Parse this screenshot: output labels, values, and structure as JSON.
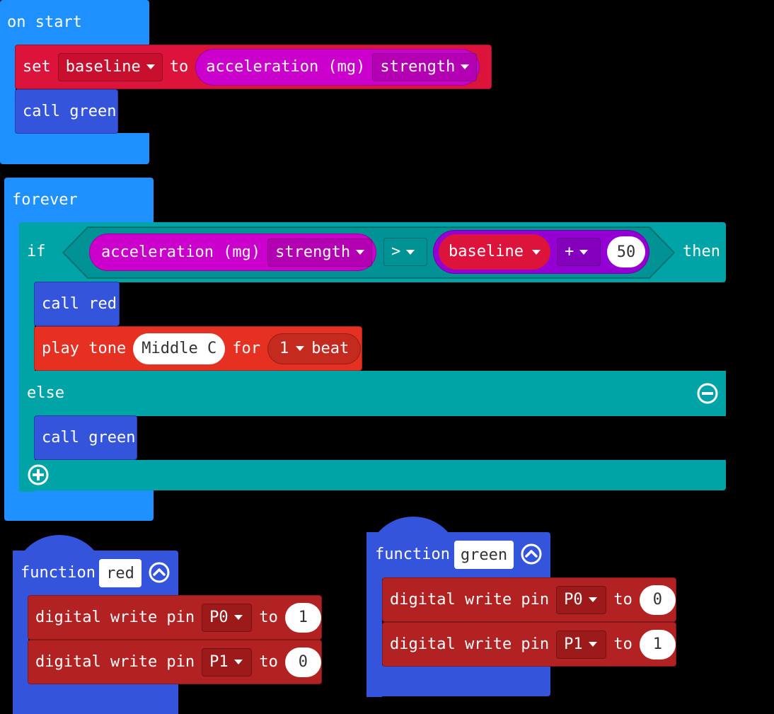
{
  "colors": {
    "event": "#1e90ff",
    "function": "#3455db",
    "variables": "#dc143c",
    "input": "#cc00cc",
    "logic": "#00a4a6",
    "music": "#e63022",
    "pins": "#b22222",
    "math": "#9400d3"
  },
  "on_start": {
    "label": "on start",
    "set_block": {
      "set": "set",
      "variable": "baseline",
      "to": "to",
      "sensor": "acceleration (mg)",
      "dimension": "strength"
    },
    "call": "call green"
  },
  "forever": {
    "label": "forever",
    "if": "if",
    "condition": {
      "sensor": "acceleration (mg)",
      "dimension": "strength",
      "operator": ">",
      "variable": "baseline",
      "math_op": "+",
      "number": "50"
    },
    "then": "then",
    "then_blocks": {
      "call": "call red",
      "play": "play tone",
      "note": "Middle C",
      "for": "for",
      "beats": "1",
      "beat": "beat"
    },
    "else": "else",
    "else_blocks": {
      "call": "call green"
    },
    "remove_icon": "minus-circle-icon",
    "add_icon": "plus-circle-icon"
  },
  "function_red": {
    "keyword": "function",
    "name": "red",
    "rows": [
      {
        "text": "digital write pin",
        "pin": "P0",
        "to": "to",
        "value": "1"
      },
      {
        "text": "digital write pin",
        "pin": "P1",
        "to": "to",
        "value": "0"
      }
    ]
  },
  "function_green": {
    "keyword": "function",
    "name": "green",
    "rows": [
      {
        "text": "digital write pin",
        "pin": "P0",
        "to": "to",
        "value": "0"
      },
      {
        "text": "digital write pin",
        "pin": "P1",
        "to": "to",
        "value": "1"
      }
    ]
  }
}
